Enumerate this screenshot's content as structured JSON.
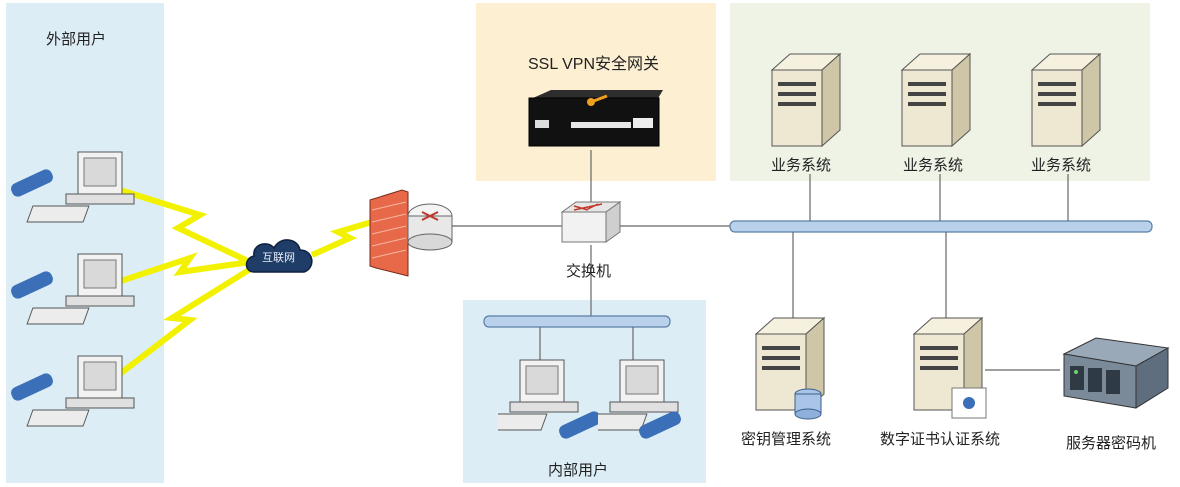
{
  "zones": {
    "external": {
      "title": "外部用户"
    },
    "gateway": {
      "title": "SSL VPN安全网关"
    },
    "internal": {
      "title": "内部用户"
    }
  },
  "labels": {
    "internet": "互联网",
    "switch": "交换机",
    "biz1": "业务系统",
    "biz2": "业务系统",
    "biz3": "业务系统",
    "kms": "密钥管理系统",
    "ca": "数字证书认证系统",
    "hsm": "服务器密码机"
  },
  "colors": {
    "external_bg": "#dcedf5",
    "gateway_bg": "#fdefd2",
    "servers_bg": "#eef3e6",
    "internal_bg": "#dcedf5",
    "bus": "#b9d1ea",
    "lightning": "#f2f200"
  }
}
